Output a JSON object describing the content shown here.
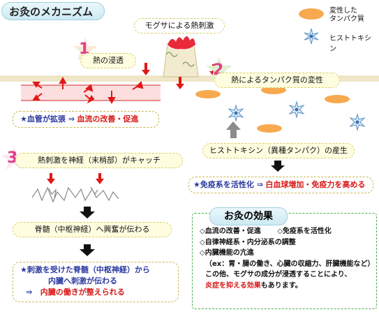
{
  "title": "お灸のメカニズム",
  "legend": {
    "denatured_protein": "変性した\nタンパク質",
    "histotoxin": "ヒストトキシン"
  },
  "moxa_label": "モグサによる熱刺激",
  "step1": {
    "number": "1",
    "label": "熱の浸透"
  },
  "step2": {
    "number": "2",
    "label": "熱によるタンパク質の変性"
  },
  "step3": {
    "number": "3",
    "label": "熱刺激を神経（末梢部）がキャッチ"
  },
  "vessel_box": {
    "part1": "★血管が拡張 ⇒",
    "part2": "血流の改善・促進"
  },
  "histotoxin_box": "ヒストトキシン（異種タンパク）の産生",
  "immune_box": {
    "part1": "★免疫系を活性化 ⇒",
    "part2": "白血球増加・免疫力を高める"
  },
  "spinal_box": "脊髄（中枢神経）へ興奮が伝わる",
  "organ_box": {
    "line1": "★刺激を受けた脊髄（中枢神経）から",
    "line2": "内臓へ刺激が伝わる",
    "line3a": "⇒",
    "line3b": "内臓の働きが整えられる"
  },
  "effects": {
    "title": "お灸の効果",
    "line1a": "◇血流の改善・促進",
    "line1b": "◇免疫系を活性化",
    "line2": "◇自律神経系・内分泌系の調整",
    "line3": "◇内臓機能の亢進",
    "line4": "（ex：胃・腸の働き、心臓の収縮力、肝臓機能など）",
    "line5": "この他、モグサの成分が浸透することにより、",
    "line6a": "炎症を抑える効果",
    "line6b": "もあります。"
  },
  "colors": {
    "accent_pink": "#e0408a",
    "arrow_red": "#e01818",
    "protein_orange": "#f7a94e",
    "skin_line": "#e8d9b0"
  }
}
